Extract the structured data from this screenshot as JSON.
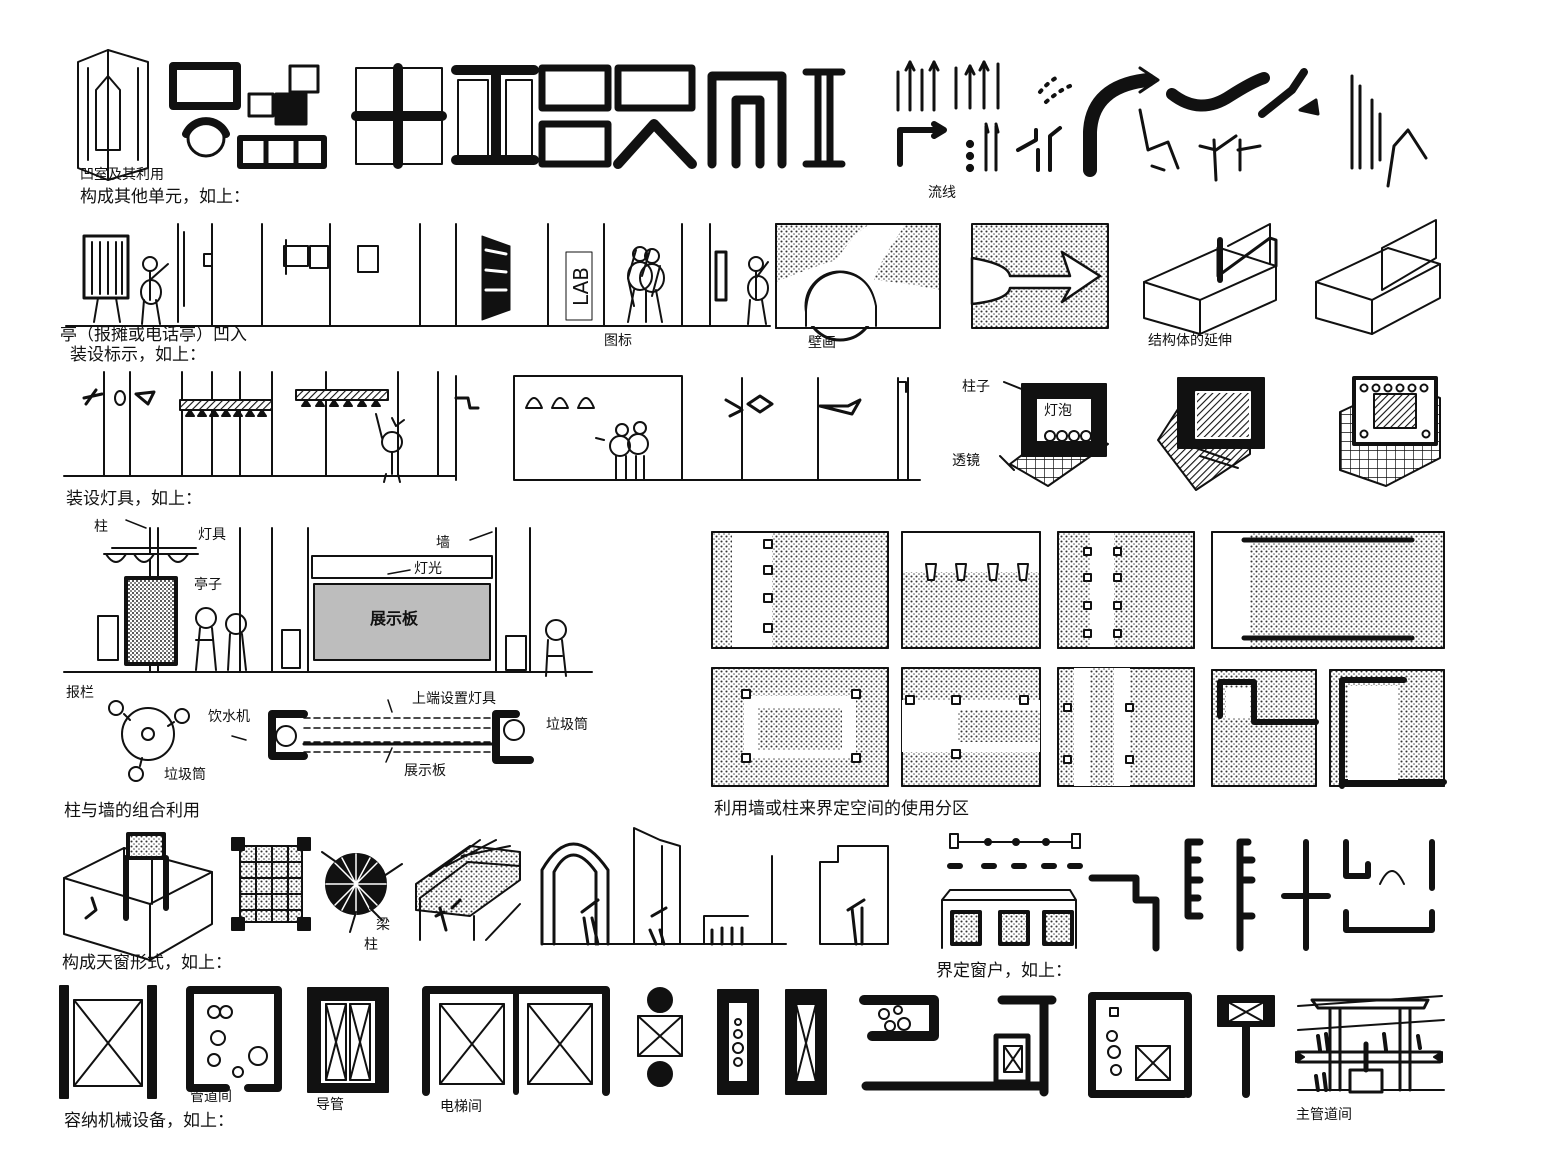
{
  "sections": {
    "alcove": {
      "caption": "凹室及其利用",
      "subtitle": "构成其他单元，如上："
    },
    "circulation": {
      "caption": "流线"
    },
    "kiosk": {
      "caption": "亭（报摊或电话亭）凹入",
      "subtitle": "装设标示，如上："
    },
    "icon_caption": "图标",
    "mural_caption": "壁画",
    "structure_caption": "结构体的延伸",
    "sign_text": "LAB",
    "lighting": {
      "subtitle": "装设灯具，如上：",
      "column_label": "柱子",
      "bulb_label": "灯泡",
      "lens_label": "透镜"
    },
    "column_wall": {
      "subtitle": "柱与墙的组合利用",
      "column_label": "柱",
      "fixture_label": "灯具",
      "kiosk_label": "亭子",
      "wall_label": "墙",
      "light_label": "灯光",
      "board_label": "展示板",
      "rail_label": "报栏",
      "fountain_label": "饮水机",
      "upper_light_label": "上端设置灯具",
      "trash_label_right": "垃圾筒",
      "trash_label_bottom": "垃圾筒",
      "board_label_bottom": "展示板"
    },
    "zoning": {
      "subtitle": "利用墙或柱来界定空间的使用分区"
    },
    "skylight": {
      "subtitle": "构成天窗形式，如上：",
      "beam_label": "梁",
      "column_label": "柱"
    },
    "window": {
      "subtitle": "界定窗户，如上："
    },
    "mechanical": {
      "subtitle": "容纳机械设备，如上：",
      "pipe_room_label": "管道间",
      "conduit_label": "导管",
      "elevator_label": "电梯间",
      "main_pipe_label": "主管道间"
    }
  },
  "colors": {
    "ink": "#111111",
    "paper": "#ffffff",
    "screen": "#bdbdbd"
  }
}
